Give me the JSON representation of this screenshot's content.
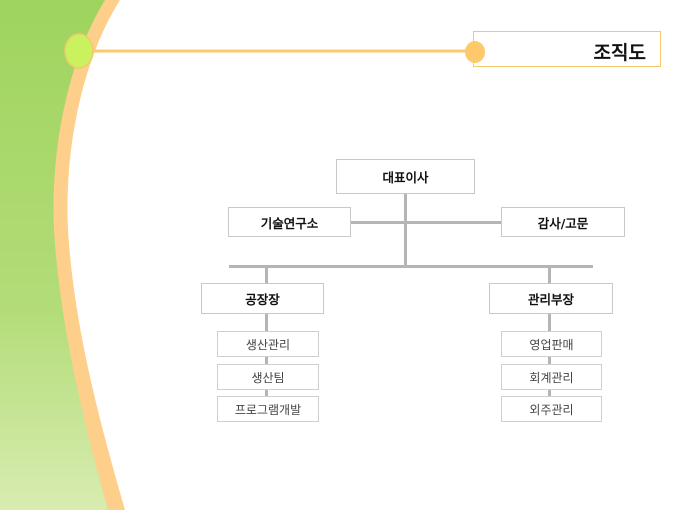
{
  "title": "조직도",
  "org": {
    "ceo": "대표이사",
    "staff_left": "기술연구소",
    "staff_right": "감사/고문",
    "departments": [
      {
        "head": "공장장",
        "teams": [
          "생산관리",
          "생산팀",
          "프로그램개발"
        ]
      },
      {
        "head": "관리부장",
        "teams": [
          "영업판매",
          "회계관리",
          "외주관리"
        ]
      }
    ]
  },
  "colors": {
    "green": "#a6d66a",
    "orange": "#fdc97a",
    "accent_dot": "#c9f25e",
    "line": "#b5b5b5"
  }
}
